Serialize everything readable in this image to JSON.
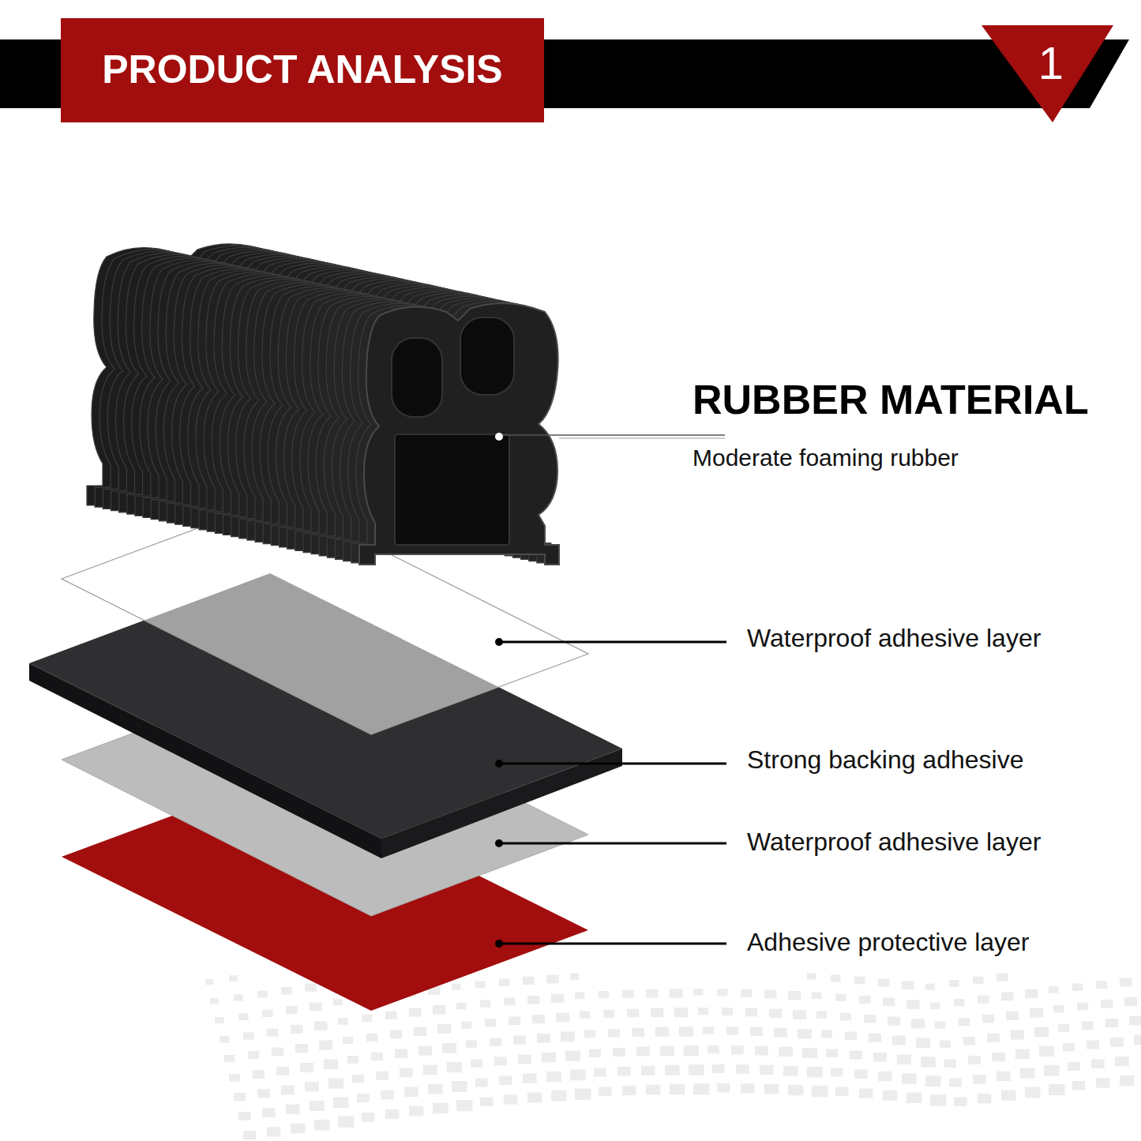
{
  "diagram": {
    "title": "PRODUCT ANALYSIS",
    "labels": [
      "1",
      "RUBBER MATERIAL",
      "Moderate foaming rubber",
      "Waterproof adhesive layer",
      "Strong backing adhesive",
      "Waterproof adhesive layer",
      "Adhesive protective layer"
    ]
  }
}
